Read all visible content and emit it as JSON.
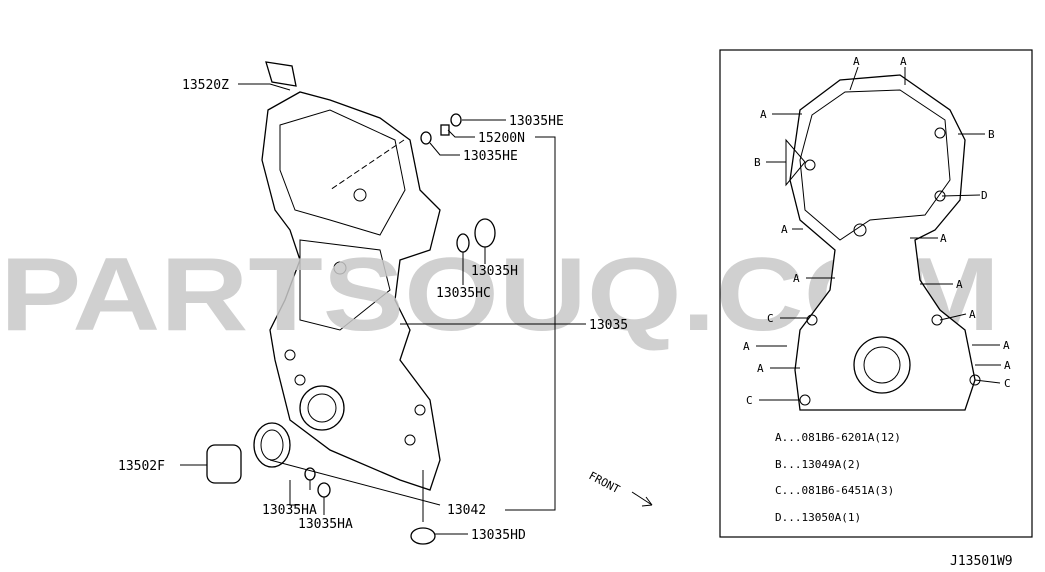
{
  "watermark": "PARTSOUQ.COM",
  "callouts": {
    "p13520Z": "13520Z",
    "p13035HE_a": "13035HE",
    "p15200N": "15200N",
    "p13035HE_b": "13035HE",
    "p13035H": "13035H",
    "p13035HC": "13035HC",
    "p13035": "13035",
    "p13502F": "13502F",
    "p13035HA_a": "13035HA",
    "p13035HA_b": "13035HA",
    "p13042": "13042",
    "p13035HD": "13035HD",
    "front": "FRONT"
  },
  "detail_markers": [
    "A",
    "A",
    "A",
    "B",
    "B",
    "D",
    "A",
    "A",
    "A",
    "A",
    "C",
    "A",
    "A",
    "A",
    "A",
    "A",
    "C",
    "C"
  ],
  "legend": [
    "A...081B6-6201A(12)",
    "B...13049A(2)",
    "C...081B6-6451A(3)",
    "D...13050A(1)"
  ],
  "diagram_code": "J13501W9"
}
